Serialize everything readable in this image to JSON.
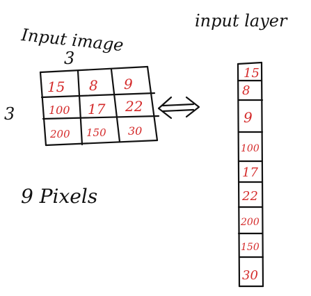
{
  "labels": {
    "input_image": "Input image",
    "input_layer": "input layer",
    "pixels": "9 Pixels",
    "width_dim": "3",
    "height_dim": "3"
  },
  "grid": {
    "rows": [
      [
        "15",
        "8",
        "9"
      ],
      [
        "100",
        "17",
        "22"
      ],
      [
        "200",
        "150",
        "30"
      ]
    ]
  },
  "layer": {
    "values": [
      "15",
      "8",
      "9",
      "100",
      "17",
      "22",
      "200",
      "150",
      "30"
    ]
  },
  "colors": {
    "ink": "#111111",
    "cell_value": "#d42a2a"
  },
  "icons": {
    "bidirectional_arrow": "double-arrow-icon"
  }
}
